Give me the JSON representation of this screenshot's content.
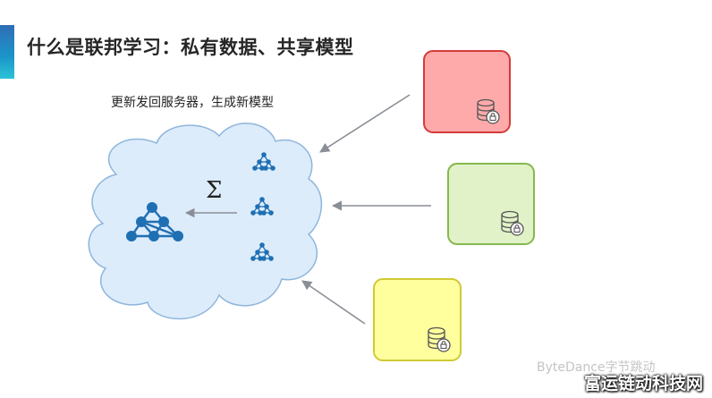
{
  "title": "什么是联邦学习：私有数据、共享模型",
  "caption": "更新发回服务器，生成新模型",
  "aggregation_symbol": "Σ",
  "server": {
    "icon": "neural-network-icon"
  },
  "local_models": {
    "icon": "small-network-icon",
    "count": 3
  },
  "clients": [
    {
      "name": "client-red",
      "icon": "locked-database-icon",
      "fill": "#ffaaaa",
      "border": "#d43b3b"
    },
    {
      "name": "client-green",
      "icon": "locked-database-icon",
      "fill": "#e2f2c8",
      "border": "#86b84d"
    },
    {
      "name": "client-yellow",
      "icon": "locked-database-icon",
      "fill": "#ffff9e",
      "border": "#d1c936"
    }
  ],
  "colors": {
    "cloud_fill": "#dcecfb",
    "cloud_stroke": "#8fb5dc",
    "node": "#1f6fb3",
    "arrow": "#8a8e96"
  },
  "watermarks": {
    "brand": "ByteDance字节跳动",
    "site": "富运链动科技网"
  }
}
